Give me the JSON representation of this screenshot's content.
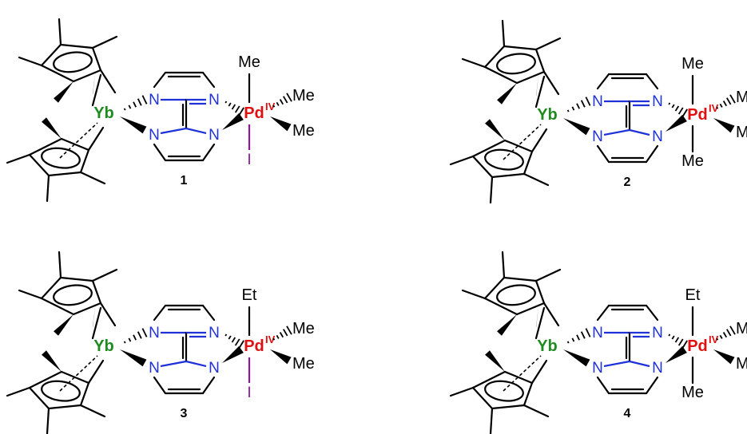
{
  "atoms": {
    "yb": "Yb",
    "pd": "Pd",
    "oxidation": "IV",
    "n": "N",
    "methyl": "Me",
    "ethyl": "Et",
    "iodo": "I"
  },
  "compounds": [
    {
      "label": "1",
      "axial_top": "Me",
      "axial_bottom": "I"
    },
    {
      "label": "2",
      "axial_top": "Me",
      "axial_bottom": "Me"
    },
    {
      "label": "3",
      "axial_top": "Et",
      "axial_bottom": "I"
    },
    {
      "label": "4",
      "axial_top": "Et",
      "axial_bottom": "Me"
    }
  ]
}
